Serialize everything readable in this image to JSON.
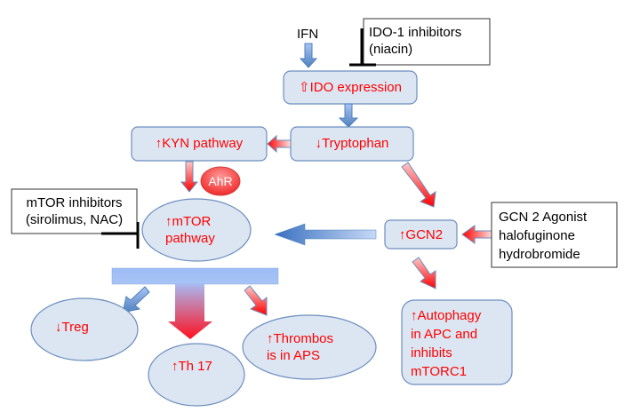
{
  "colors": {
    "node_fill": "#dce6f2",
    "node_stroke": "#6c8ebf",
    "effect_text": "#ff0000",
    "blue_arrow_dark": "#4f81bd",
    "blue_arrow_light": "#a9c4f5",
    "red_arrow": "#ff0000",
    "ahr_fill": "#ff4040",
    "bar_fill": "#9dbcf5"
  },
  "nodes": {
    "ifn": {
      "label": "IFN"
    },
    "ido_inhibitors": {
      "line1": "IDO-1 inhibitors",
      "line2": "(niacin)"
    },
    "ido_expression": {
      "arrow": "⇧",
      "label": "IDO expression"
    },
    "kyn_pathway": {
      "arrow": "🡅",
      "label": "KYN pathway"
    },
    "tryptophan": {
      "arrow": "🡇",
      "label": "Tryptophan"
    },
    "ahr": {
      "label": "AhR"
    },
    "mtor_inhibitors": {
      "line1": "mTOR inhibitors",
      "line2": "(sirolimus, NAC)"
    },
    "mtor_pathway": {
      "arrow": "🡅",
      "line1": "mTOR",
      "line2": "pathway"
    },
    "gcn2": {
      "arrow": "🡅",
      "label": "GCN2"
    },
    "gcn2_agonist": {
      "line1": "GCN 2 Agonist",
      "line2": "halofuginone",
      "line3": "hydrobromide"
    },
    "treg": {
      "arrow": "🡇",
      "label": "Treg"
    },
    "th17": {
      "arrow": "🡅",
      "label": "Th 17"
    },
    "thrombosis": {
      "arrow": "🡅",
      "line1": "Thrombos",
      "line2": "is in APS"
    },
    "autophagy": {
      "arrow": "🡅",
      "line1": "Autophagy",
      "line2": "in APC and",
      "line3": "inhibits",
      "line4": "mTORC1"
    }
  }
}
